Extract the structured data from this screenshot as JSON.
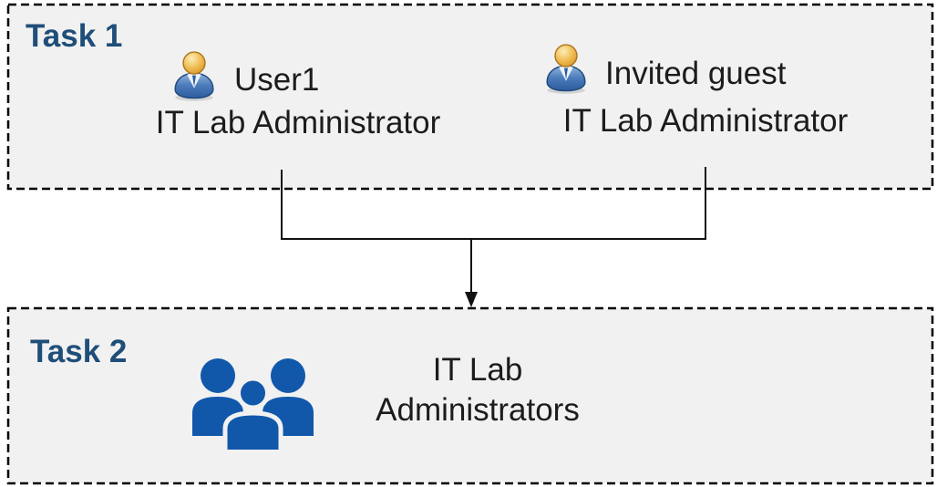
{
  "task1": {
    "label": "Task 1",
    "users": [
      {
        "name": "User1",
        "role": "IT Lab Administrator",
        "icon": "person-icon"
      },
      {
        "name": "Invited guest",
        "role": "IT Lab Administrator",
        "icon": "person-icon"
      }
    ]
  },
  "task2": {
    "label": "Task 2",
    "group": {
      "name_line1": "IT Lab",
      "name_line2": "Administrators",
      "icon": "people-group-icon"
    }
  },
  "connector": {
    "type": "merge-arrow",
    "from": [
      "User1",
      "Invited guest"
    ],
    "to": "IT Lab Administrators"
  },
  "colors": {
    "box_fill": "#F1F1F1",
    "box_border": "#000000",
    "task_label": "#1F4E79",
    "body_text": "#1C1C1C",
    "connector": "#111111",
    "group_icon": "#1158AB"
  }
}
